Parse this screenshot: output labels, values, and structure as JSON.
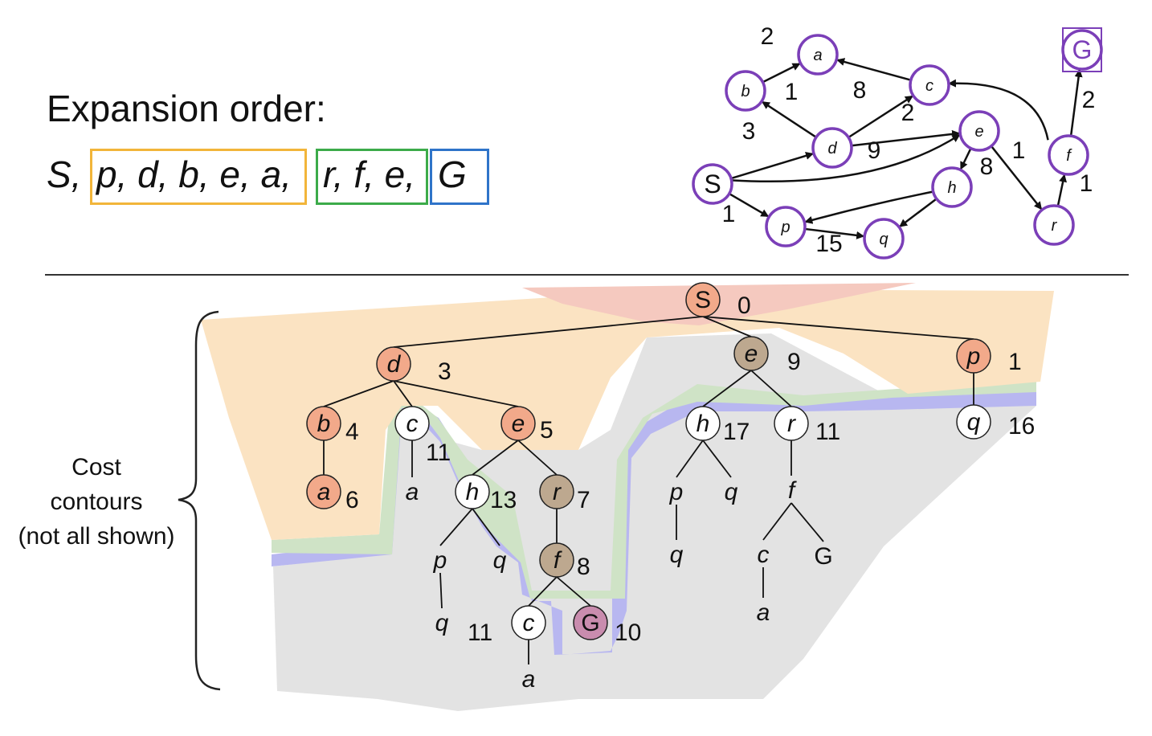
{
  "title": "Expansion order:",
  "expansion": {
    "start": "S,",
    "group1": "p, d, b, e, a,",
    "group2": "r, f, e,",
    "group3": "G",
    "colors": {
      "group1": "#f2b53a",
      "group2": "#3cab4a",
      "group3": "#2f74c9"
    }
  },
  "cost_label": [
    "Cost",
    "contours",
    "(not all shown)"
  ],
  "graph": {
    "node_color": "#7b3fb8",
    "nodes": [
      {
        "id": "S",
        "label": "S"
      },
      {
        "id": "a",
        "label": "a"
      },
      {
        "id": "b",
        "label": "b"
      },
      {
        "id": "c",
        "label": "c"
      },
      {
        "id": "d",
        "label": "d"
      },
      {
        "id": "e",
        "label": "e"
      },
      {
        "id": "f",
        "label": "f"
      },
      {
        "id": "G",
        "label": "G"
      },
      {
        "id": "h",
        "label": "h"
      },
      {
        "id": "p",
        "label": "p"
      },
      {
        "id": "q",
        "label": "q"
      },
      {
        "id": "r",
        "label": "r"
      }
    ],
    "edges": [
      {
        "from": "b",
        "to": "a",
        "w": "2"
      },
      {
        "from": "c",
        "to": "a",
        "w": ""
      },
      {
        "from": "d",
        "to": "b",
        "w": "1"
      },
      {
        "from": "d",
        "to": "c",
        "w": "8"
      },
      {
        "from": "d",
        "to": "e",
        "w": "2"
      },
      {
        "from": "S",
        "to": "d",
        "w": "3"
      },
      {
        "from": "S",
        "to": "e",
        "w": "9"
      },
      {
        "from": "S",
        "to": "p",
        "w": "1"
      },
      {
        "from": "e",
        "to": "h",
        "w": "8"
      },
      {
        "from": "e",
        "to": "r",
        "w": "1"
      },
      {
        "from": "h",
        "to": "p",
        "w": ""
      },
      {
        "from": "h",
        "to": "q",
        "w": ""
      },
      {
        "from": "p",
        "to": "q",
        "w": "15"
      },
      {
        "from": "r",
        "to": "f",
        "w": "1"
      },
      {
        "from": "f",
        "to": "c",
        "w": ""
      },
      {
        "from": "f",
        "to": "G",
        "w": "2"
      }
    ]
  },
  "tree": {
    "nodes": [
      {
        "id": "t_S",
        "label": "S",
        "cost": "0",
        "style": "expanded"
      },
      {
        "id": "t_d",
        "label": "d",
        "cost": "3",
        "style": "expanded"
      },
      {
        "id": "t_e9",
        "label": "e",
        "cost": "9",
        "style": "dark"
      },
      {
        "id": "t_p",
        "label": "p",
        "cost": "1",
        "style": "expanded"
      },
      {
        "id": "t_b",
        "label": "b",
        "cost": "4",
        "style": "expanded"
      },
      {
        "id": "t_c11",
        "label": "c",
        "cost": "11",
        "style": "open"
      },
      {
        "id": "t_e5",
        "label": "e",
        "cost": "5",
        "style": "expanded"
      },
      {
        "id": "t_h17",
        "label": "h",
        "cost": "17",
        "style": "open"
      },
      {
        "id": "t_r11",
        "label": "r",
        "cost": "11",
        "style": "open"
      },
      {
        "id": "t_q16",
        "label": "q",
        "cost": "16",
        "style": "open"
      },
      {
        "id": "t_a6",
        "label": "a",
        "cost": "6",
        "style": "expanded"
      },
      {
        "id": "t_a1",
        "label": "a",
        "cost": "",
        "style": "plain"
      },
      {
        "id": "t_h13",
        "label": "h",
        "cost": "13",
        "style": "open"
      },
      {
        "id": "t_r7",
        "label": "r",
        "cost": "7",
        "style": "dark"
      },
      {
        "id": "t_p2",
        "label": "p",
        "cost": "",
        "style": "plain"
      },
      {
        "id": "t_q2",
        "label": "q",
        "cost": "",
        "style": "plain"
      },
      {
        "id": "t_f",
        "label": "f",
        "cost": "8",
        "style": "dark"
      },
      {
        "id": "t_q3",
        "label": "q",
        "cost": "11",
        "style": "plain"
      },
      {
        "id": "t_c3",
        "label": "c",
        "cost": "",
        "style": "open"
      },
      {
        "id": "t_G",
        "label": "G",
        "cost": "10",
        "style": "goal"
      },
      {
        "id": "t_a3",
        "label": "a",
        "cost": "",
        "style": "plain"
      },
      {
        "id": "t_p4",
        "label": "p",
        "cost": "",
        "style": "plain"
      },
      {
        "id": "t_q4",
        "label": "q",
        "cost": "",
        "style": "plain"
      },
      {
        "id": "t_q5",
        "label": "q",
        "cost": "",
        "style": "plain"
      },
      {
        "id": "t_f4",
        "label": "f",
        "cost": "",
        "style": "plain"
      },
      {
        "id": "t_c4",
        "label": "c",
        "cost": "",
        "style": "plain"
      },
      {
        "id": "t_G4",
        "label": "G",
        "cost": "",
        "style": "plain"
      },
      {
        "id": "t_a4",
        "label": "a",
        "cost": "",
        "style": "plain"
      }
    ],
    "edges": [
      [
        "t_S",
        "t_d"
      ],
      [
        "t_S",
        "t_e9"
      ],
      [
        "t_S",
        "t_p"
      ],
      [
        "t_d",
        "t_b"
      ],
      [
        "t_d",
        "t_c11"
      ],
      [
        "t_d",
        "t_e5"
      ],
      [
        "t_e9",
        "t_h17"
      ],
      [
        "t_e9",
        "t_r11"
      ],
      [
        "t_p",
        "t_q16"
      ],
      [
        "t_b",
        "t_a6"
      ],
      [
        "t_c11",
        "t_a1"
      ],
      [
        "t_e5",
        "t_h13"
      ],
      [
        "t_e5",
        "t_r7"
      ],
      [
        "t_h13",
        "t_p2"
      ],
      [
        "t_h13",
        "t_q2"
      ],
      [
        "t_p2",
        "t_q3"
      ],
      [
        "t_r7",
        "t_f"
      ],
      [
        "t_f",
        "t_c3"
      ],
      [
        "t_f",
        "t_G"
      ],
      [
        "t_c3",
        "t_a3"
      ],
      [
        "t_h17",
        "t_p4"
      ],
      [
        "t_h17",
        "t_q4"
      ],
      [
        "t_p4",
        "t_q5"
      ],
      [
        "t_r11",
        "t_f4"
      ],
      [
        "t_f4",
        "t_c4"
      ],
      [
        "t_f4",
        "t_G4"
      ],
      [
        "t_c4",
        "t_a4"
      ]
    ],
    "colors": {
      "contour_red": "#f5c9bf",
      "contour_orange": "#fbe3c2",
      "contour_green": "#cfe3c6",
      "contour_blue": "#b8b7f0",
      "contour_gray": "#e3e3e3",
      "expanded_fill": "#f2a98a",
      "dark_fill": "#bda88f",
      "goal_fill": "#c98cae"
    }
  }
}
